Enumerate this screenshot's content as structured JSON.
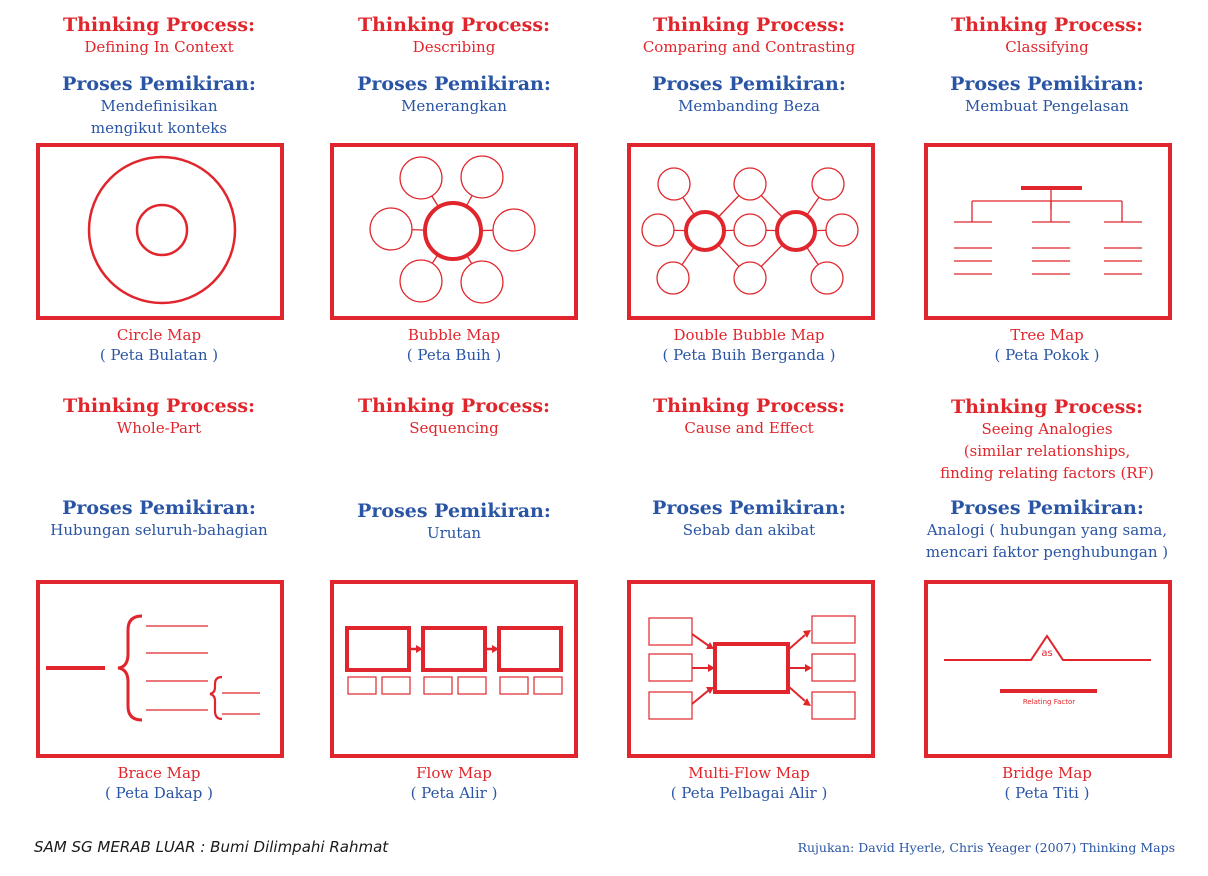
{
  "maps": [
    {
      "process_en_title": "Thinking Process:",
      "process_en": [
        "Defining In Context"
      ],
      "process_ms_title": "Proses Pemikiran:",
      "process_ms": [
        "Mendefinisikan",
        "mengikut konteks"
      ],
      "name": "Circle Map",
      "local": "( Peta Bulatan )"
    },
    {
      "process_en_title": "Thinking Process:",
      "process_en": [
        "Describing"
      ],
      "process_ms_title": "Proses Pemikiran:",
      "process_ms": [
        "Menerangkan"
      ],
      "name": "Bubble Map",
      "local": "( Peta Buih )"
    },
    {
      "process_en_title": "Thinking Process:",
      "process_en": [
        "Comparing and Contrasting"
      ],
      "process_ms_title": "Proses Pemikiran:",
      "process_ms": [
        "Membanding Beza"
      ],
      "name": "Double Bubble Map",
      "local": "( Peta Buih Berganda )"
    },
    {
      "process_en_title": "Thinking Process:",
      "process_en": [
        "Classifying"
      ],
      "process_ms_title": "Proses Pemikiran:",
      "process_ms": [
        "Membuat Pengelasan"
      ],
      "name": "Tree Map",
      "local": "( Peta Pokok )"
    },
    {
      "process_en_title": "Thinking Process:",
      "process_en": [
        "Whole-Part"
      ],
      "process_ms_title": "Proses Pemikiran:",
      "process_ms": [
        "Hubungan seluruh-bahagian"
      ],
      "name": "Brace Map",
      "local": "( Peta Dakap )"
    },
    {
      "process_en_title": "Thinking Process:",
      "process_en": [
        "Sequencing"
      ],
      "process_ms_title": "Proses Pemikiran:",
      "process_ms": [
        "Urutan"
      ],
      "name": "Flow Map",
      "local": "( Peta Alir )"
    },
    {
      "process_en_title": "Thinking Process:",
      "process_en": [
        "Cause and Effect"
      ],
      "process_ms_title": "Proses Pemikiran:",
      "process_ms": [
        "Sebab dan akibat"
      ],
      "name": "Multi-Flow Map",
      "local": "( Peta Pelbagai Alir )"
    },
    {
      "process_en_title": "Thinking Process:",
      "process_en": [
        "Seeing Analogies",
        "(similar relationships,",
        "finding relating factors (RF)"
      ],
      "process_ms_title": "Proses Pemikiran:",
      "process_ms": [
        "Analogi ( hubungan yang sama,",
        "mencari faktor penghubungan )"
      ],
      "name": "Bridge Map",
      "local": "( Peta Titi )",
      "diagram_labels": {
        "as": "as",
        "relating_factor": "Relating Factor"
      }
    }
  ],
  "colors": {
    "red": "#e0262c",
    "blue": "#2a55a4"
  },
  "footer": {
    "left": "SAM  SG MERAB LUAR : Bumi Dilimpahi Rahmat",
    "right": "Rujukan: David Hyerle, Chris Yeager (2007) Thinking Maps"
  }
}
